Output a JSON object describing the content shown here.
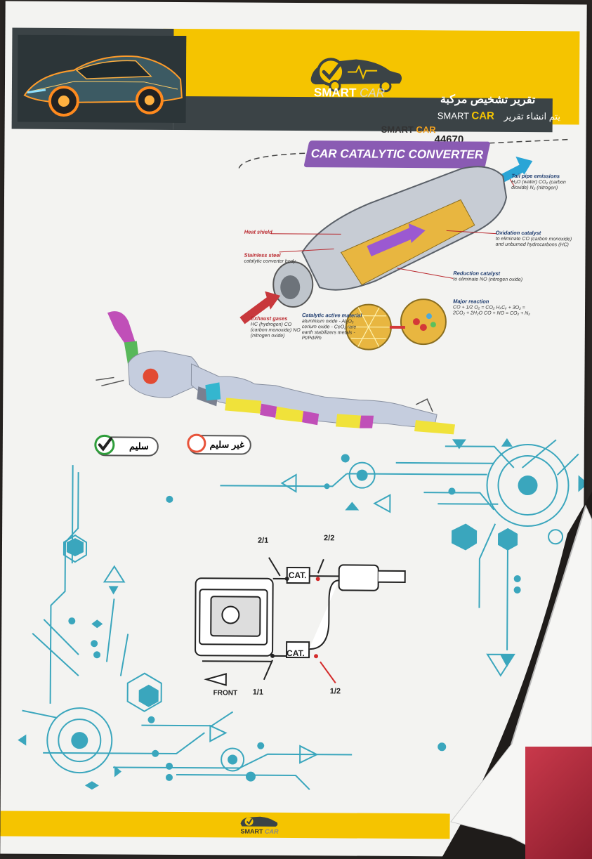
{
  "header": {
    "brand_word": "SMART",
    "brand_car": "CAR",
    "title_ar": "تقرير تشخيص مركبة",
    "subtitle_ar": "يتم انشاء تقرير",
    "subtitle_brand": "SMART",
    "subtitle_car": "CAR",
    "report_number": "44670"
  },
  "catalytic": {
    "title": "CAR CATALYTIC CONVERTER",
    "labels": {
      "heat_shield": "Heat shield",
      "stainless_steel": "Stainless steel",
      "stainless_steel_sub": "catalytic converter body",
      "tail_pipe": "Tail pipe emissions",
      "tail_pipe_sub": "H₂O (water) CO₂ (carbon dioxide) N₂ (nitrogen)",
      "oxidation": "Oxidation catalyst",
      "oxidation_sub": "to eliminate CO (carbon monoxide) and unburned hydrocarbons (HC)",
      "reduction": "Reduction catalyst",
      "reduction_sub": "to eliminate NO (nitrogen oxide)",
      "major": "Major reaction",
      "major_sub": "CO + 1/2 O₂ = CO₂ HₓCᵧ + 3O₂ = 2CO₂ + 2H₂O CO + NO = CO₂ + N₂",
      "exhaust": "Exhaust gases",
      "exhaust_sub": "HC (hydrogen) CO (carbon monoxide) NO (nitrogen oxide)",
      "active": "Catalytic active material",
      "active_sub": "aluminium oxide - Al₂O₃ cerium oxide - CeO₂ rare earth stabilizers metals - Pt/Pd/Rh"
    }
  },
  "status": {
    "ok_label": "سليم",
    "bad_label": "غير سليم"
  },
  "diagram": {
    "cat_label": "CAT.",
    "front_label": "FRONT",
    "sensor_2_1": "2/1",
    "sensor_2_2": "2/2",
    "sensor_1_1": "1/1",
    "sensor_1_2": "1/2"
  },
  "footer": {
    "brand_word": "SMART",
    "brand_car": "CAR"
  },
  "colors": {
    "yellow": "#f5c400",
    "dark": "#3b4346",
    "purple": "#8a5bb3",
    "teal": "#3aa6bd",
    "ok_green": "#2e9d3a",
    "bad_red": "#e8533a"
  }
}
